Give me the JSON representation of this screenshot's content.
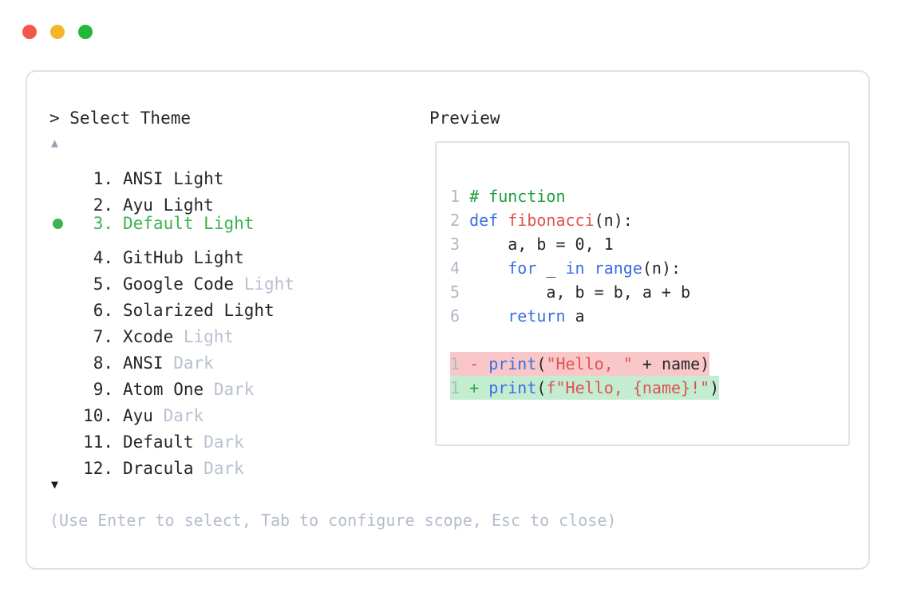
{
  "window": {
    "dots": [
      {
        "name": "close-dot",
        "color": "#f4564e"
      },
      {
        "name": "minimize-dot",
        "color": "#f5b52a"
      },
      {
        "name": "maximize-dot",
        "color": "#22b838"
      }
    ]
  },
  "left": {
    "prompt": "> Select Theme",
    "scroll_up": "▲",
    "scroll_down": "▼",
    "selected_index": 3,
    "themes": [
      {
        "index": " 1.",
        "name": "ANSI",
        "variant": "Light",
        "variant_muted": false,
        "selected": false
      },
      {
        "index": " 2.",
        "name": "Ayu",
        "variant": "Light",
        "variant_muted": false,
        "selected": false
      },
      {
        "index": " 3.",
        "name": "Default",
        "variant": "Light",
        "variant_muted": false,
        "selected": true
      },
      {
        "index": " 4.",
        "name": "GitHub",
        "variant": "Light",
        "variant_muted": false,
        "selected": false
      },
      {
        "index": " 5.",
        "name": "Google Code",
        "variant": "Light",
        "variant_muted": true,
        "selected": false
      },
      {
        "index": " 6.",
        "name": "Solarized",
        "variant": "Light",
        "variant_muted": false,
        "selected": false
      },
      {
        "index": " 7.",
        "name": "Xcode",
        "variant": "Light",
        "variant_muted": true,
        "selected": false
      },
      {
        "index": " 8.",
        "name": "ANSI",
        "variant": "Dark",
        "variant_muted": true,
        "selected": false
      },
      {
        "index": " 9.",
        "name": "Atom One",
        "variant": "Dark",
        "variant_muted": true,
        "selected": false
      },
      {
        "index": "10.",
        "name": "Ayu",
        "variant": "Dark",
        "variant_muted": true,
        "selected": false
      },
      {
        "index": "11.",
        "name": "Default",
        "variant": "Dark",
        "variant_muted": true,
        "selected": false
      },
      {
        "index": "12.",
        "name": "Dracula",
        "variant": "Dark",
        "variant_muted": true,
        "selected": false
      }
    ],
    "hint": "(Use Enter to select, Tab to configure scope, Esc to close)"
  },
  "right": {
    "label": "Preview",
    "code_lines": [
      {
        "ln": "1",
        "tokens": [
          {
            "t": "# function",
            "c": "comment"
          }
        ]
      },
      {
        "ln": "2",
        "tokens": [
          {
            "t": "def ",
            "c": "kw"
          },
          {
            "t": "fibonacci",
            "c": "fn"
          },
          {
            "t": "(n):",
            "c": "plain"
          }
        ]
      },
      {
        "ln": "3",
        "tokens": [
          {
            "t": "    a, b = 0, 1",
            "c": "plain"
          }
        ]
      },
      {
        "ln": "4",
        "tokens": [
          {
            "t": "    ",
            "c": "plain"
          },
          {
            "t": "for",
            "c": "kw"
          },
          {
            "t": " _ ",
            "c": "plain"
          },
          {
            "t": "in",
            "c": "kw"
          },
          {
            "t": " ",
            "c": "plain"
          },
          {
            "t": "range",
            "c": "builtin"
          },
          {
            "t": "(n):",
            "c": "plain"
          }
        ]
      },
      {
        "ln": "5",
        "tokens": [
          {
            "t": "        a, b = b, a + b",
            "c": "plain"
          }
        ]
      },
      {
        "ln": "6",
        "tokens": [
          {
            "t": "    ",
            "c": "plain"
          },
          {
            "t": "return",
            "c": "kw"
          },
          {
            "t": " a",
            "c": "plain"
          }
        ]
      }
    ],
    "diff_lines": [
      {
        "kind": "del",
        "ln": "1",
        "marker": "-",
        "tokens": [
          {
            "t": "print",
            "c": "builtin"
          },
          {
            "t": "(",
            "c": "plain"
          },
          {
            "t": "\"Hello, \"",
            "c": "str"
          },
          {
            "t": " + name)",
            "c": "plain"
          }
        ]
      },
      {
        "kind": "add",
        "ln": "1",
        "marker": "+",
        "tokens": [
          {
            "t": "print",
            "c": "builtin"
          },
          {
            "t": "(",
            "c": "plain"
          },
          {
            "t": "f\"Hello, {name}!\"",
            "c": "str"
          },
          {
            "t": ")",
            "c": "plain"
          }
        ]
      }
    ]
  },
  "colors": {
    "accent_green": "#3cb44b",
    "muted": "#b9c1d0",
    "border": "#dee2ea",
    "text": "#24262b",
    "diff_del_bg": "#f9c7c7",
    "diff_add_bg": "#c4ecd0",
    "kw": "#3b6fe0",
    "fn": "#e05252",
    "comment": "#1f9d3e"
  }
}
